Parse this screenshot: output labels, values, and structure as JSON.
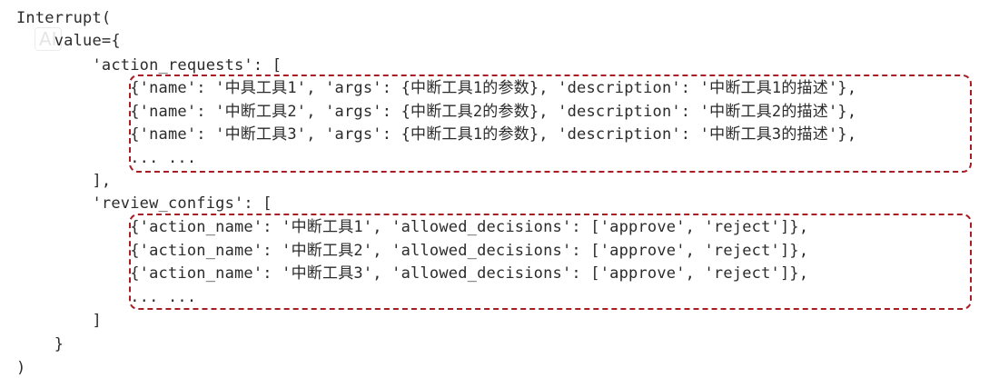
{
  "code": {
    "lines": [
      "Interrupt(",
      "    value={",
      "        'action_requests': [",
      "            {'name': '中具工具1', 'args': {中断工具1的参数}, 'description': '中断工具1的描述'},",
      "            {'name': '中断工具2', 'args': {中断工具2的参数}, 'description': '中断工具2的描述'},",
      "            {'name': '中断工具3', 'args': {中断工具1的参数}, 'description': '中断工具3的描述'},",
      "            ... ...",
      "        ],",
      "        'review_configs': [",
      "            {'action_name': '中断工具1', 'allowed_decisions': ['approve', 'reject']},",
      "            {'action_name': '中断工具2', 'allowed_decisions': ['approve', 'reject']},",
      "            {'action_name': '中断工具3', 'allowed_decisions': ['approve', 'reject']},",
      "            ... ...",
      "        ]",
      "    }",
      ")"
    ]
  },
  "watermark": "AI"
}
